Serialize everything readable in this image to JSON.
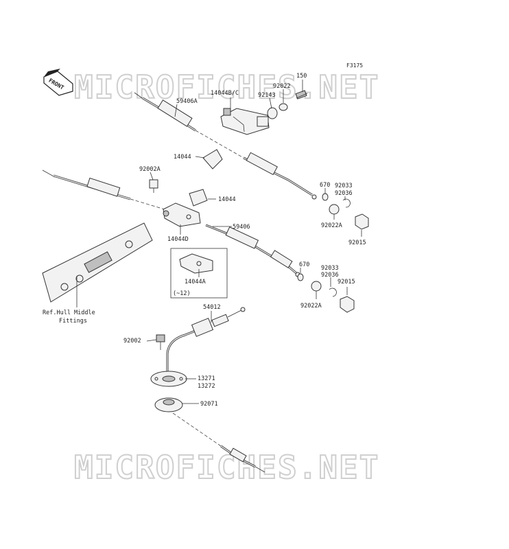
{
  "diagram": {
    "figure_code": "F3175",
    "watermark": "MICROFICHES.NET",
    "front_marker": "FRONT",
    "labels": {
      "p150": "150",
      "p92022": "92022",
      "p92143": "92143",
      "p14044BC": "14044B/C",
      "p59406A": "59406A",
      "p14044_top": "14044",
      "p92002A": "92002A",
      "p14044_mid": "14044",
      "p14044D": "14044D",
      "p59406": "59406",
      "p14044A": "14044A",
      "p14044A_note": "(~12)",
      "p670_top": "670",
      "p92033_top": "92033",
      "p92036_top": "92036",
      "p92022A_top": "92022A",
      "p92015_top": "92015",
      "p670_bot": "670",
      "p92033_bot": "92033",
      "p92036_bot": "92036",
      "p92015_bot": "92015",
      "p92022A_bot": "92022A",
      "ref_line1": "Ref.Hull Middle",
      "ref_line2": "Fittings",
      "p54012": "54012",
      "p92002": "92002",
      "p13271": "13271",
      "p13272": "13272",
      "p92071": "92071"
    }
  }
}
